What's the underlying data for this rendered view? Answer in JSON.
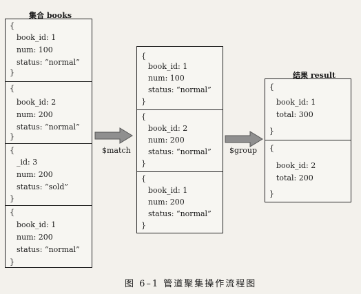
{
  "collection_title": "集合 books",
  "result_title": "结果 result",
  "operators": {
    "match": "$match",
    "group": "$group"
  },
  "caption": "图 6–1   管道聚集操作流程图",
  "open_brace": "{",
  "close_brace": "}",
  "books": [
    [
      "book_id: 1",
      "num: 100",
      "status: “normal”"
    ],
    [
      "book_id: 2",
      "num: 200",
      "status: “normal”"
    ],
    [
      "_id: 3",
      "num: 200",
      "status: “sold”"
    ],
    [
      "book_id: 1",
      "num: 200",
      "status: “normal”"
    ]
  ],
  "matched": [
    [
      "book_id: 1",
      "num: 100",
      "status: “normal”"
    ],
    [
      "book_id: 2",
      "num: 200",
      "status: “normal”"
    ],
    [
      "book_id: 1",
      "num: 200",
      "status: “normal”"
    ]
  ],
  "result": [
    [
      "book_id: 1",
      "total: 300"
    ],
    [
      "book_id: 2",
      "total: 200"
    ]
  ]
}
